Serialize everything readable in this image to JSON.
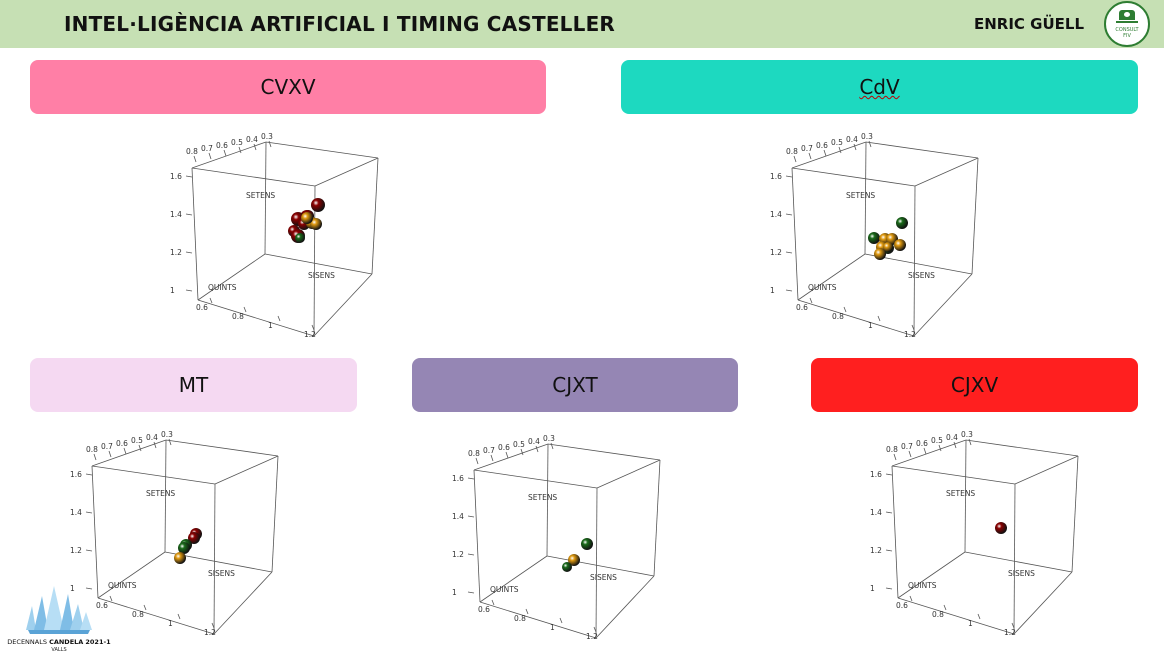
{
  "header": {
    "title": "INTEL·LIGÈNCIA ARTIFICIAL I TIMING CASTELLER",
    "author": "ENRIC GÜELL",
    "logo_text_1": "CONSULT",
    "logo_text_2": "FIV"
  },
  "colors": {
    "header_bg": "#c6e0b4",
    "ball_red": "#8b0000",
    "ball_orange": "#e09a10",
    "ball_green": "#1a6b1a",
    "axis_gray": "#555555"
  },
  "axis_labels": {
    "setens": "SETENS",
    "sisens": "SISENS",
    "quints": "QUINTS"
  },
  "ticks": {
    "top": [
      "0.8",
      "0.7",
      "0.6",
      "0.5",
      "0.4",
      "0.3"
    ],
    "left": [
      "1.6",
      "1.4",
      "1.2",
      "1"
    ],
    "bottom": [
      "0.6",
      "0.8",
      "1",
      "1.2"
    ]
  },
  "panels": [
    {
      "id": "cvxv",
      "label": "CVXV",
      "color": "#ff7fa6",
      "spell": false
    },
    {
      "id": "cdv",
      "label": "CdV",
      "color": "#1dd9c0",
      "spell": true
    },
    {
      "id": "mt",
      "label": "MT",
      "color": "#f5d9f2",
      "spell": false
    },
    {
      "id": "cjxt",
      "label": "CJXT",
      "color": "#9586b4",
      "spell": false
    },
    {
      "id": "cjxv",
      "label": "CJXV",
      "color": "#ff1f1f",
      "spell": false
    }
  ],
  "footer": {
    "line1_a": "DECENNALS",
    "line1_b": "CANDELA",
    "line1_c": "2021-1",
    "line2": "VALLS"
  },
  "chart_data": [
    {
      "type": "scatter3d",
      "panel": "CVXV",
      "point_colors": [
        "red",
        "red",
        "red",
        "red",
        "red",
        "red",
        "red",
        "orange",
        "orange",
        "orange",
        "green"
      ]
    },
    {
      "type": "scatter3d",
      "panel": "CdV",
      "point_colors": [
        "green",
        "green",
        "green",
        "orange",
        "orange",
        "orange",
        "orange",
        "orange",
        "orange"
      ]
    },
    {
      "type": "scatter3d",
      "panel": "MT",
      "point_colors": [
        "red",
        "red",
        "green",
        "green",
        "orange"
      ]
    },
    {
      "type": "scatter3d",
      "panel": "CJXT",
      "point_colors": [
        "green",
        "orange",
        "green"
      ]
    },
    {
      "type": "scatter3d",
      "panel": "CJXV",
      "point_colors": [
        "red"
      ]
    }
  ]
}
